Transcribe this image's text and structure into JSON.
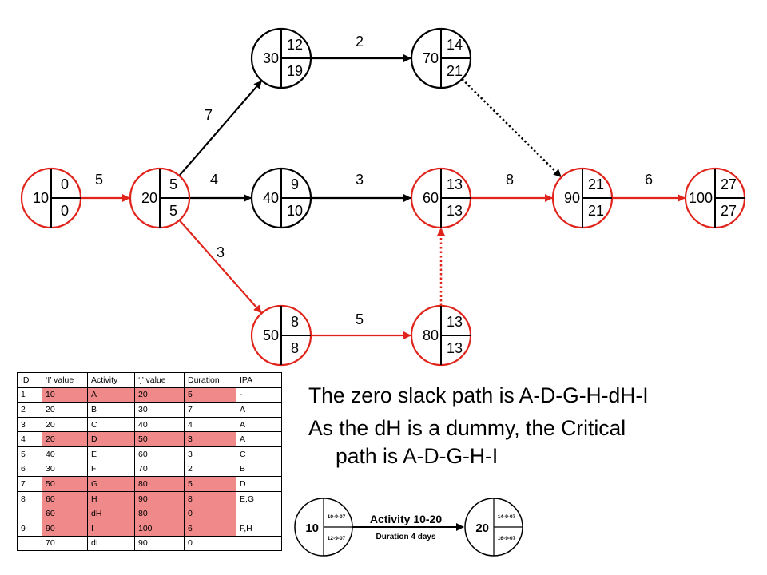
{
  "nodes": [
    {
      "id": "10",
      "es": "0",
      "lf": "0",
      "critical": true
    },
    {
      "id": "20",
      "es": "5",
      "lf": "5",
      "critical": true
    },
    {
      "id": "30",
      "es": "12",
      "lf": "19",
      "critical": false
    },
    {
      "id": "70",
      "es": "14",
      "lf": "21",
      "critical": false
    },
    {
      "id": "40",
      "es": "9",
      "lf": "10",
      "critical": false
    },
    {
      "id": "60",
      "es": "13",
      "lf": "13",
      "critical": true
    },
    {
      "id": "90",
      "es": "21",
      "lf": "21",
      "critical": true
    },
    {
      "id": "100",
      "es": "27",
      "lf": "27",
      "critical": true
    },
    {
      "id": "50",
      "es": "8",
      "lf": "8",
      "critical": true
    },
    {
      "id": "80",
      "es": "13",
      "lf": "13",
      "critical": true
    }
  ],
  "edges": [
    {
      "from": "10",
      "to": "20",
      "label": "5",
      "critical": true,
      "dummy": false
    },
    {
      "from": "20",
      "to": "30",
      "label": "7",
      "critical": false,
      "dummy": false
    },
    {
      "from": "20",
      "to": "40",
      "label": "4",
      "critical": false,
      "dummy": false
    },
    {
      "from": "20",
      "to": "50",
      "label": "3",
      "critical": true,
      "dummy": false
    },
    {
      "from": "30",
      "to": "70",
      "label": "2",
      "critical": false,
      "dummy": false
    },
    {
      "from": "40",
      "to": "60",
      "label": "3",
      "critical": false,
      "dummy": false
    },
    {
      "from": "50",
      "to": "80",
      "label": "5",
      "critical": true,
      "dummy": false
    },
    {
      "from": "60",
      "to": "90",
      "label": "8",
      "critical": true,
      "dummy": false
    },
    {
      "from": "90",
      "to": "100",
      "label": "6",
      "critical": true,
      "dummy": false
    },
    {
      "from": "70",
      "to": "90",
      "label": "",
      "critical": false,
      "dummy": true
    },
    {
      "from": "80",
      "to": "60",
      "label": "",
      "critical": true,
      "dummy": true
    }
  ],
  "colors": {
    "critical": "#e0241b",
    "normal": "#000000",
    "highlight": "#f08a8a"
  },
  "table": {
    "headers": [
      "ID",
      "‘I’ value",
      "Activity",
      "‘j’ value",
      "Duration",
      "IPA"
    ],
    "rows": [
      {
        "cells": [
          "1",
          "10",
          "A",
          "20",
          "5",
          "-"
        ],
        "critical": true
      },
      {
        "cells": [
          "2",
          "20",
          "B",
          "30",
          "7",
          "A"
        ],
        "critical": false
      },
      {
        "cells": [
          "3",
          "20",
          "C",
          "40",
          "4",
          "A"
        ],
        "critical": false
      },
      {
        "cells": [
          "4",
          "20",
          "D",
          "50",
          "3",
          "A"
        ],
        "critical": true
      },
      {
        "cells": [
          "5",
          "40",
          "E",
          "60",
          "3",
          "C"
        ],
        "critical": false
      },
      {
        "cells": [
          "6",
          "30",
          "F",
          "70",
          "2",
          "B"
        ],
        "critical": false
      },
      {
        "cells": [
          "7",
          "50",
          "G",
          "80",
          "5",
          "D"
        ],
        "critical": true
      },
      {
        "cells": [
          "8",
          "60",
          "H",
          "90",
          "8",
          "E,G"
        ],
        "critical": true
      },
      {
        "cells": [
          "",
          "60",
          "dH",
          "80",
          "0",
          ""
        ],
        "critical": true
      },
      {
        "cells": [
          "9",
          "90",
          "I",
          "100",
          "6",
          "F,H"
        ],
        "critical": true
      },
      {
        "cells": [
          "",
          "70",
          "dI",
          "90",
          "0",
          ""
        ],
        "critical": false
      }
    ]
  },
  "notes": {
    "line1": "The zero slack path is A-D-G-H-dH-I",
    "line2": "As the dH is a dummy, the Critical",
    "line3": "path is A-D-G-H-I"
  },
  "legend": {
    "start_node": {
      "id": "10",
      "es": "10-9-07",
      "lf": "12-9-07"
    },
    "end_node": {
      "id": "20",
      "es": "14-9-07",
      "lf": "16-9-07"
    },
    "activity_label": "Activity 10-20",
    "duration_label": "Duration 4 days"
  }
}
